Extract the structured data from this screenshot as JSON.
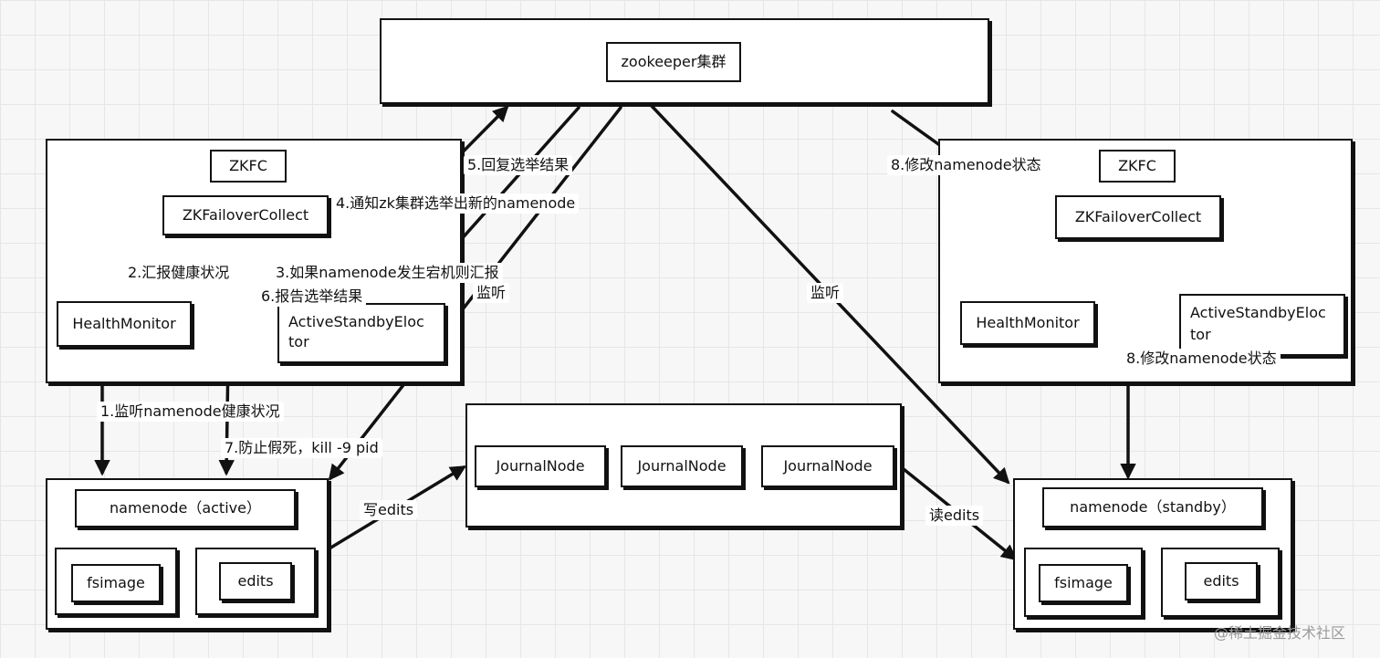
{
  "zookeeper": {
    "title": "zookeeper集群"
  },
  "left": {
    "zkfc": "ZKFC",
    "failover": "ZKFailoverCollect",
    "health": "HealthMonitor",
    "elector_line1": "ActiveStandbyEloc",
    "elector_line2": "tor",
    "namenode": "namenode（active）",
    "fsimage": "fsimage",
    "edits": "edits"
  },
  "right": {
    "zkfc": "ZKFC",
    "failover": "ZKFailoverCollect",
    "health": "HealthMonitor",
    "elector_line1": "ActiveStandbyEloc",
    "elector_line2": "tor",
    "namenode": "namenode（standby）",
    "fsimage": "fsimage",
    "edits": "edits"
  },
  "journal": {
    "nodes": [
      "JournalNode",
      "JournalNode",
      "JournalNode"
    ]
  },
  "arrows": {
    "step1": "1.监听namenode健康状况",
    "step2": "2.汇报健康状况",
    "step3": "3.如果namenode发生宕机则汇报",
    "step4": "4.通知zk集群选举出新的namenode",
    "step5": "5.回复选举结果",
    "step6": "6.报告选举结果",
    "step7": "7.防止假死，kill -9 pid",
    "step8_top": "8.修改namenode状态",
    "step8_bottom": "8.修改namenode状态",
    "listen_left": "监听",
    "listen_right": "监听",
    "write_edits": "写edits",
    "read_edits": "读edits"
  },
  "watermark": "@稀土掘金技术社区"
}
